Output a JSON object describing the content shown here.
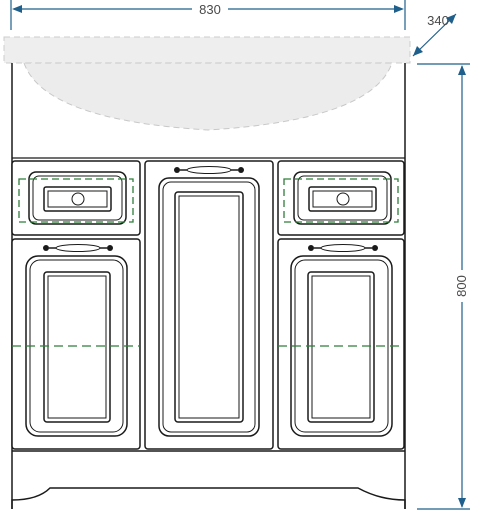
{
  "dimensions": {
    "width": "830",
    "depth": "340",
    "height": "800"
  },
  "colors": {
    "dimension_line": "#1f5f8b",
    "outline": "#1a1a1a",
    "door_fill": "#ffffff",
    "sink_fill": "#eeeeee",
    "hinge_dash": "#2e7d3a",
    "text": "#4a4a4a"
  },
  "icons": {
    "drawer_knob": "circle-knob-icon",
    "door_handle": "bar-handle-icon"
  }
}
